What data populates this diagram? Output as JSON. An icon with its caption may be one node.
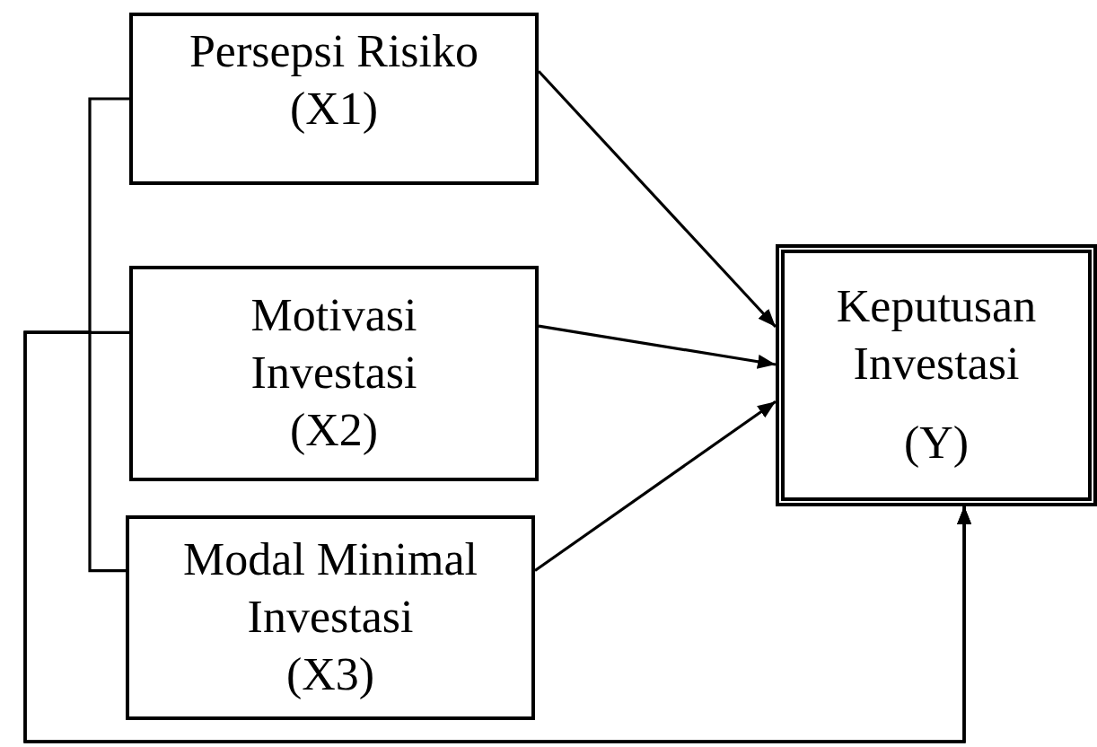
{
  "diagram": {
    "nodes": [
      {
        "text": [
          "Persepsi Risiko",
          "(X1)"
        ]
      },
      {
        "text": [
          "Motivasi Investasi",
          "(X2)"
        ]
      },
      {
        "text": [
          "Modal Minimal Investasi",
          "(X3)"
        ]
      },
      {
        "text": [
          "Keputusan Investasi",
          "(Y)"
        ]
      }
    ],
    "edges": [
      {
        "from": 0,
        "to": 3,
        "arrow": "to"
      },
      {
        "from": 1,
        "to": 3,
        "arrow": "to"
      },
      {
        "from": 2,
        "to": 3,
        "arrow": "to"
      },
      {
        "from": 0,
        "to": 3,
        "arrow": "to"
      },
      {
        "from": 1,
        "to": 3,
        "arrow": "to"
      },
      {
        "from": 2,
        "to": 3,
        "arrow": "to"
      }
    ]
  }
}
